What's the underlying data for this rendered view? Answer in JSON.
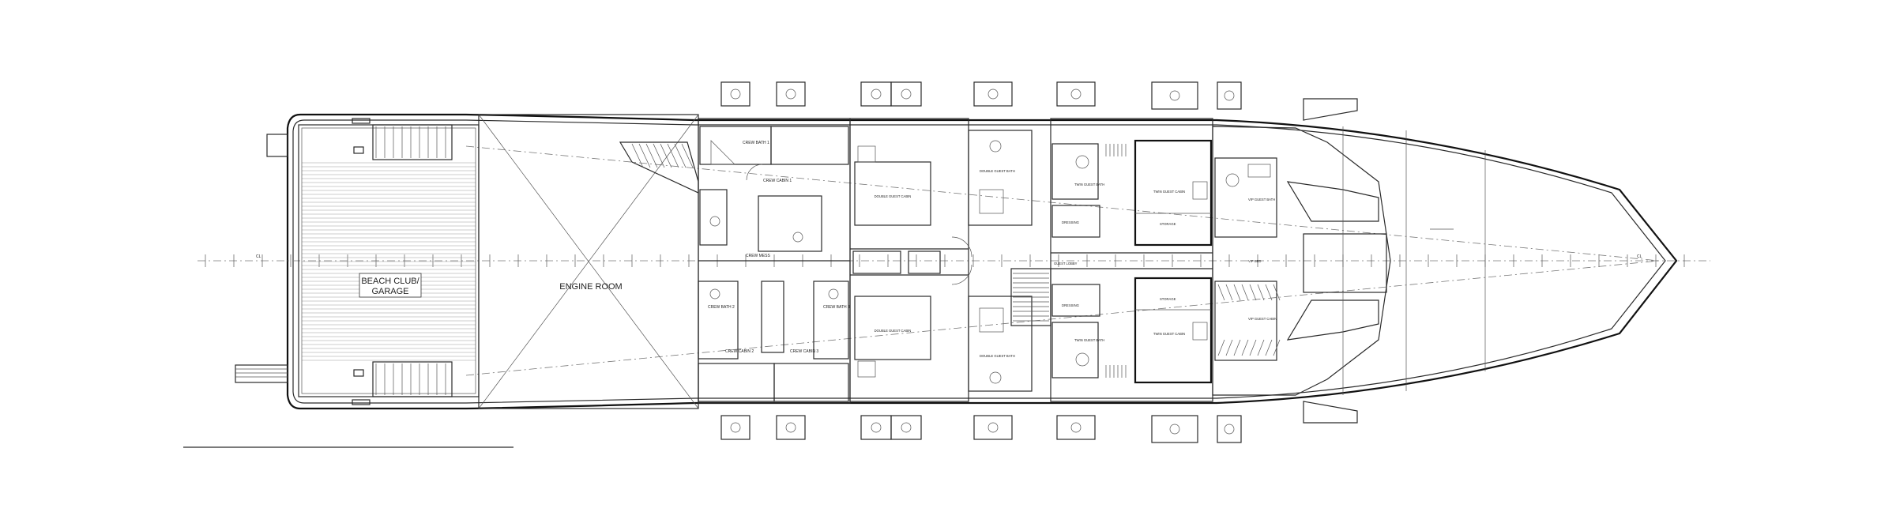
{
  "rooms": {
    "beach_club": [
      "BEACH CLUB/",
      "GARAGE"
    ],
    "engine_room": "ENGINE ROOM",
    "centerline": "CL",
    "crew_mess": "CREW MESS",
    "crew_cabin_1": "CREW CABIN 1",
    "crew_bath_1": "CREW BATH 1",
    "crew_cabin_2": "CREW CABIN 2",
    "crew_bath_2": "CREW BATH 2",
    "crew_cabin_3": "CREW CABIN 3",
    "crew_bath_3": "CREW BATH 3",
    "double_cabin_1": "DOUBLE GUEST CABIN",
    "double_cabin_2": "DOUBLE GUEST CABIN",
    "double_bath_1": "DOUBLE GUEST BATH",
    "double_bath_2": "DOUBLE GUEST BATH",
    "twin_cabin_1": "TWIN GUEST CABIN",
    "twin_cabin_2": "TWIN GUEST CABIN",
    "twin_bath_1": "TWIN GUEST BATH",
    "twin_bath_2": "TWIN GUEST BATH",
    "vip_cabin": "VIP GUEST CABIN",
    "vip_bath": "VIP GUEST BATH",
    "guest_lobby": "GUEST LOBBY",
    "dressing_1": "DRESSING",
    "dressing_2": "DRESSING",
    "storage_1": "STORAGE",
    "storage_2": "STORAGE",
    "vip_bed": "VIP BED"
  }
}
